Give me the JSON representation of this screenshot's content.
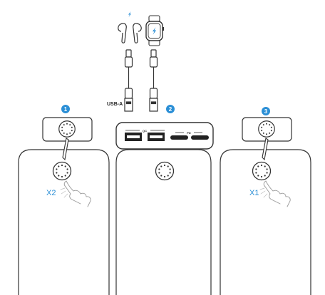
{
  "devices": {
    "earbuds_icon": "earbuds-icon",
    "watch_icon": "smartwatch-icon",
    "charge_icon": "lightning-bolt-icon"
  },
  "cable_label": "USB-A",
  "steps": [
    {
      "number": "1",
      "press_label": "X2"
    },
    {
      "number": "2"
    },
    {
      "number": "3",
      "press_label": "X1"
    }
  ],
  "port_labels": {
    "usb_a_qc": "QC",
    "usb_c_pd": "PD"
  },
  "colors": {
    "accent": "#2b8fd6",
    "line": "#333333",
    "bolt": "#2b8fd6"
  }
}
